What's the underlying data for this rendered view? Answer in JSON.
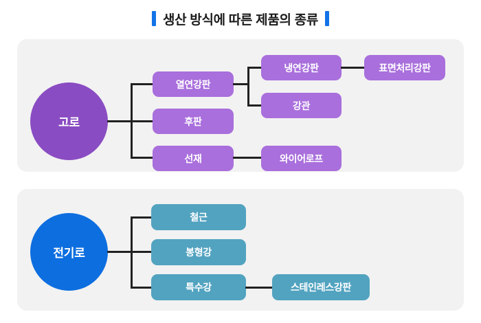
{
  "title": {
    "text": "생산 방식에 따른 제품의 종류",
    "accent_color": "#1273e6"
  },
  "colors": {
    "panel_bg": "#f2f2f2",
    "page_bg": "#ffffff",
    "blast_root": "#8a4cc2",
    "blast_box": "#a96fdc",
    "electric_root": "#0d6ee0",
    "electric_box": "#52a3c0",
    "connector": "#212121",
    "node_text": "#ffffff",
    "title_text": "#1b1b1b"
  },
  "diagram": {
    "type": "tree",
    "sections": [
      {
        "id": "blast-furnace",
        "root": "고로",
        "level1": [
          "열연강판",
          "후판",
          "선재"
        ],
        "level2": {
          "열연강판": [
            "냉연강판",
            "강관"
          ],
          "선재": [
            "와이어로프"
          ]
        },
        "level3": {
          "냉연강판": [
            "표면처리강판"
          ]
        }
      },
      {
        "id": "electric-furnace",
        "root": "전기로",
        "level1": [
          "철근",
          "봉형강",
          "특수강"
        ],
        "level2": {
          "특수강": [
            "스테인레스강판"
          ]
        }
      }
    ]
  },
  "nodes": {
    "goro": "고로",
    "hot_rolled": "열연강판",
    "plate": "후판",
    "wire_rod": "선재",
    "cold_rolled": "냉연강판",
    "steel_pipe": "강관",
    "surface_treated": "표면처리강판",
    "wire_rope": "와이어로프",
    "jeongiro": "전기로",
    "rebar": "철근",
    "bar_shape": "봉형강",
    "special_steel": "특수강",
    "stainless": "스테인레스강판"
  }
}
